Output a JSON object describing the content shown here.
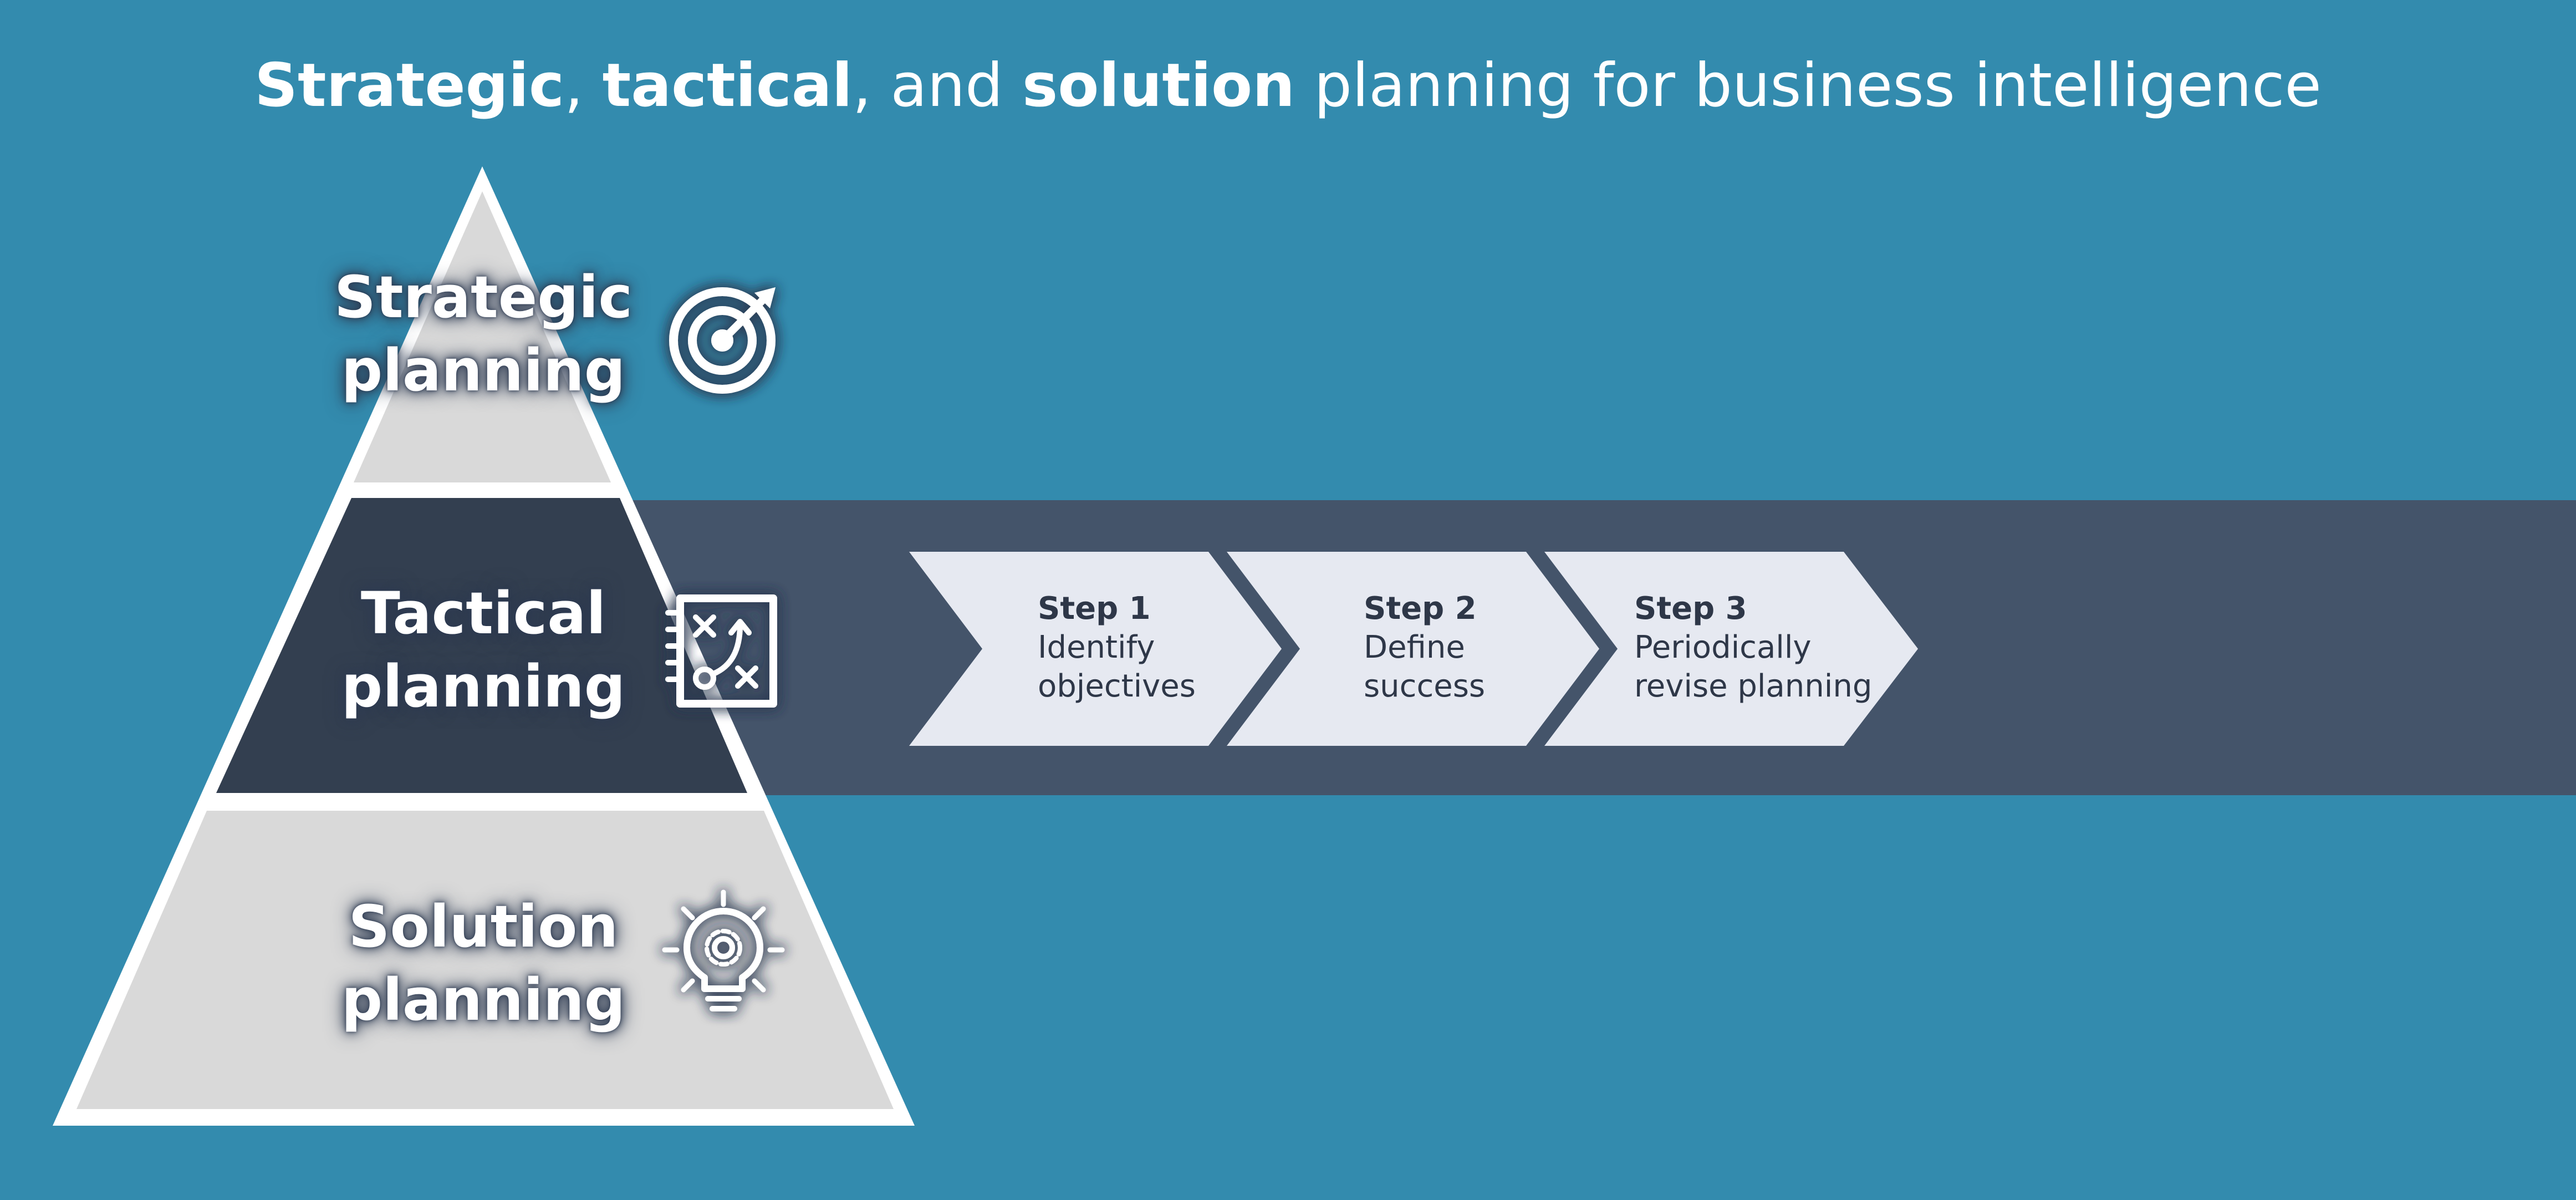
{
  "title": {
    "part1": "Strategic",
    "part2": ", ",
    "part3": "tactical",
    "part4": ", and ",
    "part5": "solution",
    "part6": " planning for business intelligence"
  },
  "pyramid": {
    "tiers": [
      {
        "line1": "Strategic",
        "line2": "planning",
        "icon": "target-icon"
      },
      {
        "line1": "Tactical",
        "line2": "planning",
        "icon": "strategy-board-icon"
      },
      {
        "line1": "Solution",
        "line2": "planning",
        "icon": "lightbulb-gear-icon"
      }
    ]
  },
  "steps": [
    {
      "title": "Step 1",
      "line1": "Identify",
      "line2": "objectives"
    },
    {
      "title": "Step 2",
      "line1": "Define",
      "line2": "success"
    },
    {
      "title": "Step 3",
      "line1": "Periodically",
      "line2": "revise planning"
    }
  ],
  "colors": {
    "background": "#338BAE",
    "band": "#44546A",
    "tier_light": "#D9D9D9",
    "tier_dark": "#333F50",
    "chevron": "#E6E9F1",
    "white": "#FFFFFF"
  }
}
